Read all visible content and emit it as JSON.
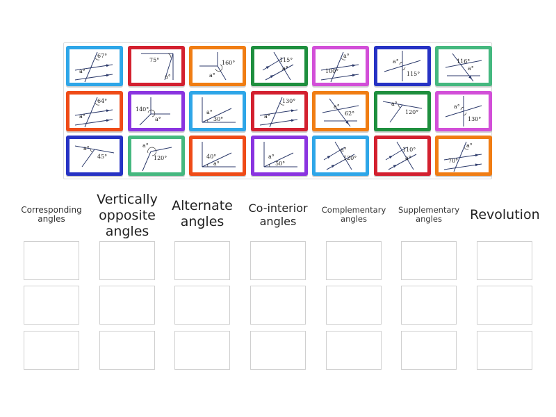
{
  "tray": {
    "cards": [
      {
        "id": "c1",
        "row": 0,
        "col": 0,
        "color": "#2ea6e8",
        "labels": [
          "67°",
          "a°"
        ],
        "figure": "parallel-transversal-corresponding"
      },
      {
        "id": "c2",
        "row": 0,
        "col": 1,
        "color": "#d3202f",
        "labels": [
          "75°",
          "a°"
        ],
        "figure": "right-angle-split"
      },
      {
        "id": "c3",
        "row": 0,
        "col": 2,
        "color": "#f07d13",
        "labels": [
          "160°",
          "a°"
        ],
        "figure": "revolution-three-rays"
      },
      {
        "id": "c4",
        "row": 0,
        "col": 3,
        "color": "#1e8f3e",
        "labels": [
          "115°",
          "a°"
        ],
        "figure": "parallel-transversal-cointerior"
      },
      {
        "id": "c5",
        "row": 0,
        "col": 4,
        "color": "#d24fd8",
        "labels": [
          "a°",
          "100°"
        ],
        "figure": "parallel-transversal-corresponding"
      },
      {
        "id": "c6",
        "row": 0,
        "col": 5,
        "color": "#2632c4",
        "labels": [
          "a°",
          "115°"
        ],
        "figure": "vertically-opposite"
      },
      {
        "id": "c7",
        "row": 0,
        "col": 6,
        "color": "#45b87f",
        "labels": [
          "116°",
          "a°"
        ],
        "figure": "parallel-transversal-alternate"
      },
      {
        "id": "c8",
        "row": 1,
        "col": 0,
        "color": "#ef4b17",
        "labels": [
          "64°",
          "a°"
        ],
        "figure": "parallel-transversal-corresponding"
      },
      {
        "id": "c9",
        "row": 1,
        "col": 1,
        "color": "#8a34e0",
        "labels": [
          "140°",
          "a°"
        ],
        "figure": "revolution-cross-ray"
      },
      {
        "id": "c10",
        "row": 1,
        "col": 2,
        "color": "#2ea6e8",
        "labels": [
          "a°",
          "30°"
        ],
        "figure": "complementary-right-angle"
      },
      {
        "id": "c11",
        "row": 1,
        "col": 3,
        "color": "#d3202f",
        "labels": [
          "130°",
          "a°"
        ],
        "figure": "parallel-transversal-corresponding"
      },
      {
        "id": "c12",
        "row": 1,
        "col": 4,
        "color": "#f07d13",
        "labels": [
          "a°",
          "62°"
        ],
        "figure": "parallel-transversal-alternate"
      },
      {
        "id": "c13",
        "row": 1,
        "col": 5,
        "color": "#1e8f3e",
        "labels": [
          "a°",
          "120°"
        ],
        "figure": "supplementary-straight-line"
      },
      {
        "id": "c14",
        "row": 1,
        "col": 6,
        "color": "#d24fd8",
        "labels": [
          "a°",
          "130°"
        ],
        "figure": "vertically-opposite"
      },
      {
        "id": "c15",
        "row": 2,
        "col": 0,
        "color": "#2632c4",
        "labels": [
          "a°",
          "45°"
        ],
        "figure": "supplementary-straight-line"
      },
      {
        "id": "c16",
        "row": 2,
        "col": 1,
        "color": "#45b87f",
        "labels": [
          "a°",
          "120°"
        ],
        "figure": "revolution-two-rays"
      },
      {
        "id": "c17",
        "row": 2,
        "col": 2,
        "color": "#ef4b17",
        "labels": [
          "40°",
          "a°"
        ],
        "figure": "complementary-right-angle"
      },
      {
        "id": "c18",
        "row": 2,
        "col": 3,
        "color": "#8a34e0",
        "labels": [
          "a°",
          "50°"
        ],
        "figure": "complementary-right-angle"
      },
      {
        "id": "c19",
        "row": 2,
        "col": 4,
        "color": "#2ea6e8",
        "labels": [
          "a°",
          "120°"
        ],
        "figure": "parallel-transversal-cointerior"
      },
      {
        "id": "c20",
        "row": 2,
        "col": 5,
        "color": "#d3202f",
        "labels": [
          "110°",
          "a°"
        ],
        "figure": "parallel-transversal-cointerior"
      },
      {
        "id": "c21",
        "row": 2,
        "col": 6,
        "color": "#f07d13",
        "labels": [
          "a°",
          "70°"
        ],
        "figure": "parallel-transversal-corresponding"
      }
    ]
  },
  "categories": [
    {
      "label": "Corresponding angles",
      "size": "small"
    },
    {
      "label": "Vertically opposite angles",
      "size": "large"
    },
    {
      "label": "Alternate angles",
      "size": "large"
    },
    {
      "label": "Co-interior angles",
      "size": "medium"
    },
    {
      "label": "Complementary angles",
      "size": "xs"
    },
    {
      "label": "Supplementary angles",
      "size": "xs"
    },
    {
      "label": "Revolution",
      "size": "large"
    }
  ],
  "drop_zones": {
    "rows": 3,
    "cols": 7
  }
}
